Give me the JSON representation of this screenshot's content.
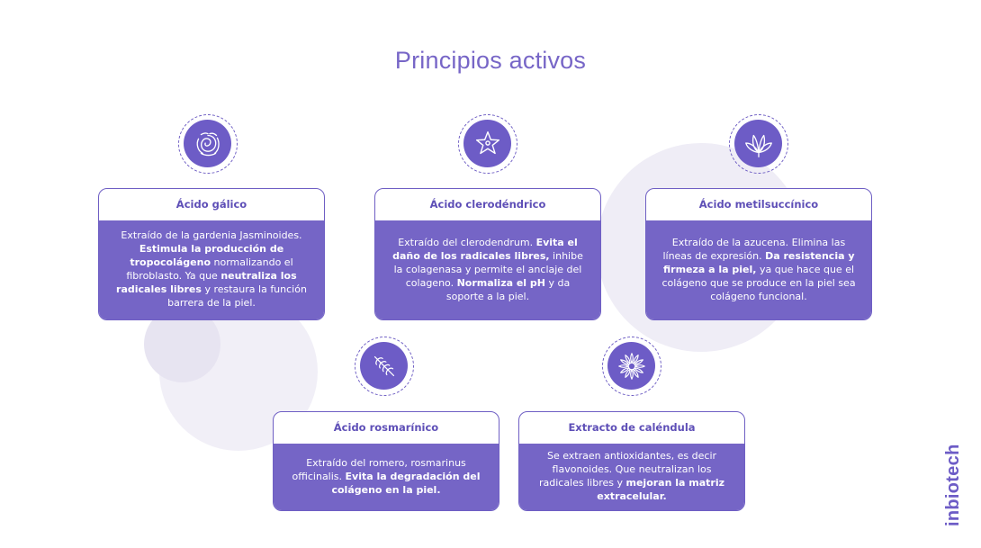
{
  "slide": {
    "title": "Principios activos",
    "brand": "inbiotech",
    "colors": {
      "accent": "#7565c6",
      "title": "#7766c7",
      "background_circle": "#ebe8f5"
    }
  },
  "cards": [
    {
      "icon": "gardenia-flower-icon",
      "title": "Ácido gálico",
      "body": [
        {
          "t": "Extraído de la gardenia Jasminoides. ",
          "b": false
        },
        {
          "t": "Estimula la producción de tropocolágeno",
          "b": true
        },
        {
          "t": " normalizando el fibroblasto. Ya que ",
          "b": false
        },
        {
          "t": "neutraliza los radicales libres",
          "b": true
        },
        {
          "t": " y restaura la función barrera de la piel.",
          "b": false
        }
      ]
    },
    {
      "icon": "starfish-flower-icon",
      "title": "Ácido clerodéndrico",
      "body": [
        {
          "t": "Extraído del clerodendrum. ",
          "b": false
        },
        {
          "t": "Evita el daño de los radicales libres,",
          "b": true
        },
        {
          "t": " inhibe la colagenasa y permite el anclaje del colageno. ",
          "b": false
        },
        {
          "t": "Normaliza el pH",
          "b": true
        },
        {
          "t": " y da soporte a la piel.",
          "b": false
        }
      ]
    },
    {
      "icon": "lily-flower-icon",
      "title": "Ácido metilsuccínico",
      "body": [
        {
          "t": "Extraído de la azucena. Elimina las líneas de expresión. ",
          "b": false
        },
        {
          "t": "Da resistencia y firmeza a la piel,",
          "b": true
        },
        {
          "t": " ya que hace que el colágeno que se produce en la piel sea colágeno funcional.",
          "b": false
        }
      ]
    },
    {
      "icon": "rosemary-sprig-icon",
      "title": "Ácido rosmarínico",
      "body": [
        {
          "t": "Extraído del romero, rosmarinus officinalis. ",
          "b": false
        },
        {
          "t": "Evita la degradación del colágeno en la piel.",
          "b": true
        }
      ]
    },
    {
      "icon": "calendula-flower-icon",
      "title": "Extracto de caléndula",
      "body": [
        {
          "t": "Se extraen antioxidantes, es decir flavonoides. Que neutralizan los radicales libres y ",
          "b": false
        },
        {
          "t": "mejoran la matriz extracelular.",
          "b": true
        }
      ]
    }
  ]
}
